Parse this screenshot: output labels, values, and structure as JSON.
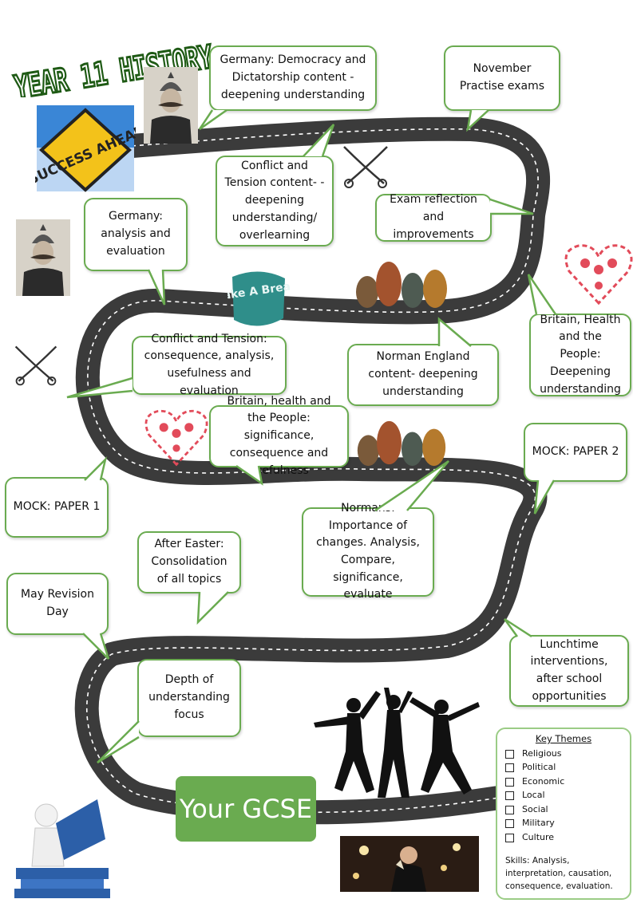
{
  "title": "YEAR 11 HISTORY",
  "milestones": [
    "Germany: Democracy and Dictatorship content - deepening understanding",
    "November Practise exams",
    "Conflict and Tension content- - deepening understanding/ overlearning",
    "Exam reflection and improvements",
    "Germany: analysis and evaluation",
    "Britain, Health and the People: Deepening understanding",
    "Conflict and Tension: consequence, analysis, usefulness and evaluation",
    "Norman England content- deepening understanding",
    "Britain, health and the People: significance, consequence and usefulness",
    "MOCK: PAPER 2",
    "MOCK: PAPER 1",
    "Normans: Importance of changes. Analysis, Compare, significance, evaluate",
    "After Easter: Consolidation of all topics",
    "May Revision Day",
    "Lunchtime interventions, after school opportunities",
    "Depth of understanding focus"
  ],
  "goal": "Your GCSE",
  "sign_text": "SUCCESS AHEAD",
  "break_text": "Take A Break",
  "key_themes": {
    "heading": "Key Themes",
    "items": [
      "Religious",
      "Political",
      "Economic",
      "Local",
      "Social",
      "Military",
      "Culture"
    ],
    "skills": "Skills: Analysis, interpretation, causation, consequence, evaluation."
  },
  "colors": {
    "accent": "#6aab50",
    "road": "#3b3b3b",
    "road_dash": "#ffffff"
  }
}
